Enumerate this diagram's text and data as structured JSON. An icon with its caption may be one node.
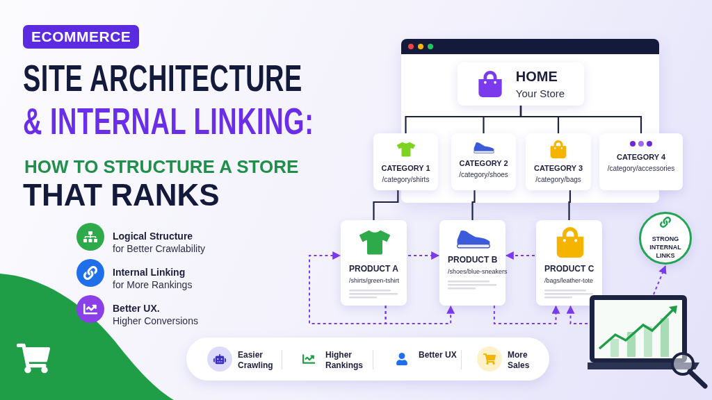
{
  "diagram": {
    "title": "SITE ARCHITECTURE & INTERNAL LINKING:",
    "nodes": [
      {
        "text": [
          "HOME",
          "Your Store"
        ]
      },
      {
        "text": [
          "CATEGORY 1",
          "/category/shirts"
        ]
      },
      {
        "text": [
          "CATEGORY 2",
          "/category/shoes"
        ]
      },
      {
        "text": [
          "CATEGORY 3",
          "/category/bags"
        ]
      },
      {
        "text": [
          "CATEGORY 4",
          "/category/accessories"
        ]
      },
      {
        "text": [
          "PRODUCT A",
          "/shirts/green-tshirt"
        ]
      },
      {
        "text": [
          "PRODUCT B",
          "/shoes/blue-sneakers"
        ]
      },
      {
        "text": [
          "PRODUCT C",
          "/bags/leather-tote"
        ]
      },
      {
        "text": [
          "STRONG INTERNAL LINKS"
        ]
      },
      {
        "text": [],
        "shape": "picture"
      }
    ],
    "edges": [
      {
        "from": 0,
        "to": 1,
        "arrow": "none"
      },
      {
        "from": 0,
        "to": 2,
        "arrow": "none"
      },
      {
        "from": 0,
        "to": 3,
        "arrow": "none"
      },
      {
        "from": 0,
        "to": 4,
        "arrow": "none"
      },
      {
        "from": 1,
        "to": 5,
        "arrow": "none"
      },
      {
        "from": 2,
        "to": 6,
        "arrow": "none"
      },
      {
        "from": 3,
        "to": 7,
        "arrow": "none"
      },
      {
        "from": 5,
        "to": 6,
        "arrow": "to",
        "style": "dashed",
        "color": "#7c3aed"
      },
      {
        "from": 7,
        "to": 6,
        "arrow": "to",
        "style": "dashed",
        "color": "#7c3aed"
      },
      {
        "from": 5,
        "to": 6,
        "arrow": "to",
        "style": "dashed",
        "color": "#7c3aed"
      },
      {
        "from": 5,
        "to": 5,
        "arrow": "to",
        "style": "dashed",
        "color": "#7c3aed"
      },
      {
        "from": 6,
        "to": 7,
        "arrow": "to",
        "style": "dashed",
        "color": "#7c3aed"
      },
      {
        "from": 9,
        "to": 7,
        "arrow": "to",
        "style": "dashed",
        "color": "#7c3aed"
      },
      {
        "from": 9,
        "to": 8,
        "arrow": "to",
        "style": "dashed",
        "color": "#7c3aed"
      }
    ],
    "labels": [
      "ECOMMERCE",
      "HOW TO STRUCTURE A STORE",
      "THAT RANKS",
      "Logical Structure",
      "for Better Crawlability",
      "Internal Linking",
      "for More Rankings",
      "Better UX.",
      "Higher Conversions",
      "Easier Crawling",
      "Higher Rankings",
      "Better UX",
      "More Sales"
    ]
  }
}
